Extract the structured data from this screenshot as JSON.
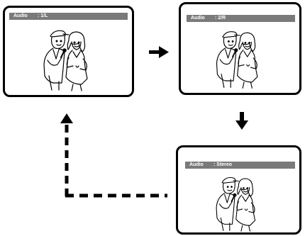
{
  "screens": [
    {
      "osd_label": "Audio",
      "osd_value": ": 1/L"
    },
    {
      "osd_label": "Audio",
      "osd_value": ": 2/R"
    },
    {
      "osd_label": "Audio",
      "osd_value": ": Stereo"
    }
  ],
  "icons": {
    "arrow_right": "arrow-right-icon",
    "arrow_down": "arrow-down-icon",
    "arrow_up_dashed": "dashed-return-arrow-icon",
    "illustration": "couple-illustration"
  },
  "colors": {
    "osd_bar": "#7a7a7a",
    "osd_text": "#ffffff",
    "frame": "#000000"
  }
}
